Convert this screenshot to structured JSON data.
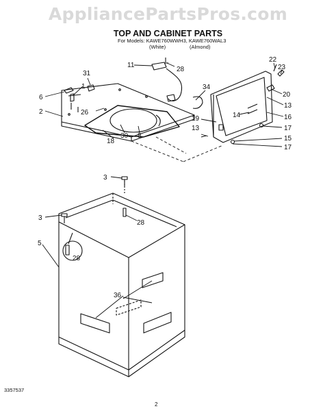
{
  "watermark": "AppliancePartsPros.com",
  "title": "TOP AND CABINET PARTS",
  "models_line": "For Models: KAWE760WWH3, KAWE760WAL3",
  "variants": [
    "(White)",
    "(Almond)"
  ],
  "doc_number": "3357537",
  "page_number": "2",
  "callouts": [
    "11",
    "28",
    "31",
    "6",
    "1",
    "26",
    "2",
    "30",
    "8",
    "18",
    "34",
    "22",
    "23",
    "20",
    "13",
    "16",
    "19",
    "14",
    "13",
    "17",
    "15",
    "17",
    "3",
    "3",
    "28",
    "5",
    "28",
    "36"
  ]
}
